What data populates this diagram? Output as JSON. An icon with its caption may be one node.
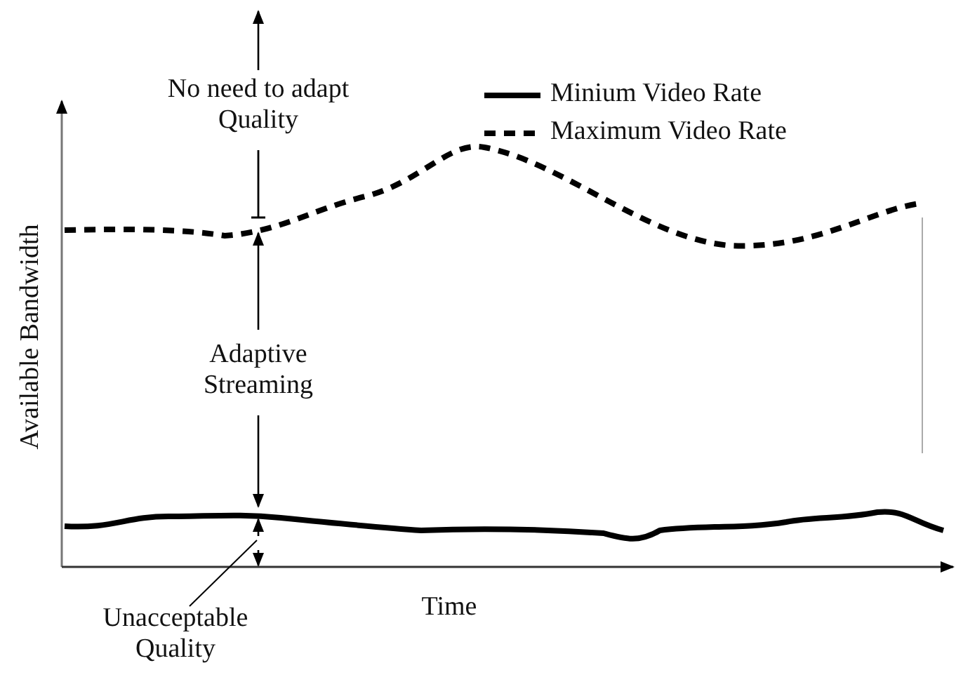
{
  "diagram": {
    "nodes": [
      {
        "text": [
          "Unacceptable Quality"
        ]
      },
      {
        "text": [],
        "shape": "arrow"
      }
    ],
    "edges": [
      {
        "from": 0,
        "to": 1,
        "arrow": "none"
      }
    ],
    "labels": [
      "No need to adapt Quality",
      "Adaptive Streaming",
      "Available Bandwidth",
      "Time"
    ],
    "legend": [
      {
        "text": "Minium Video Rate"
      },
      {
        "text": "Maximum Video Rate"
      }
    ]
  }
}
